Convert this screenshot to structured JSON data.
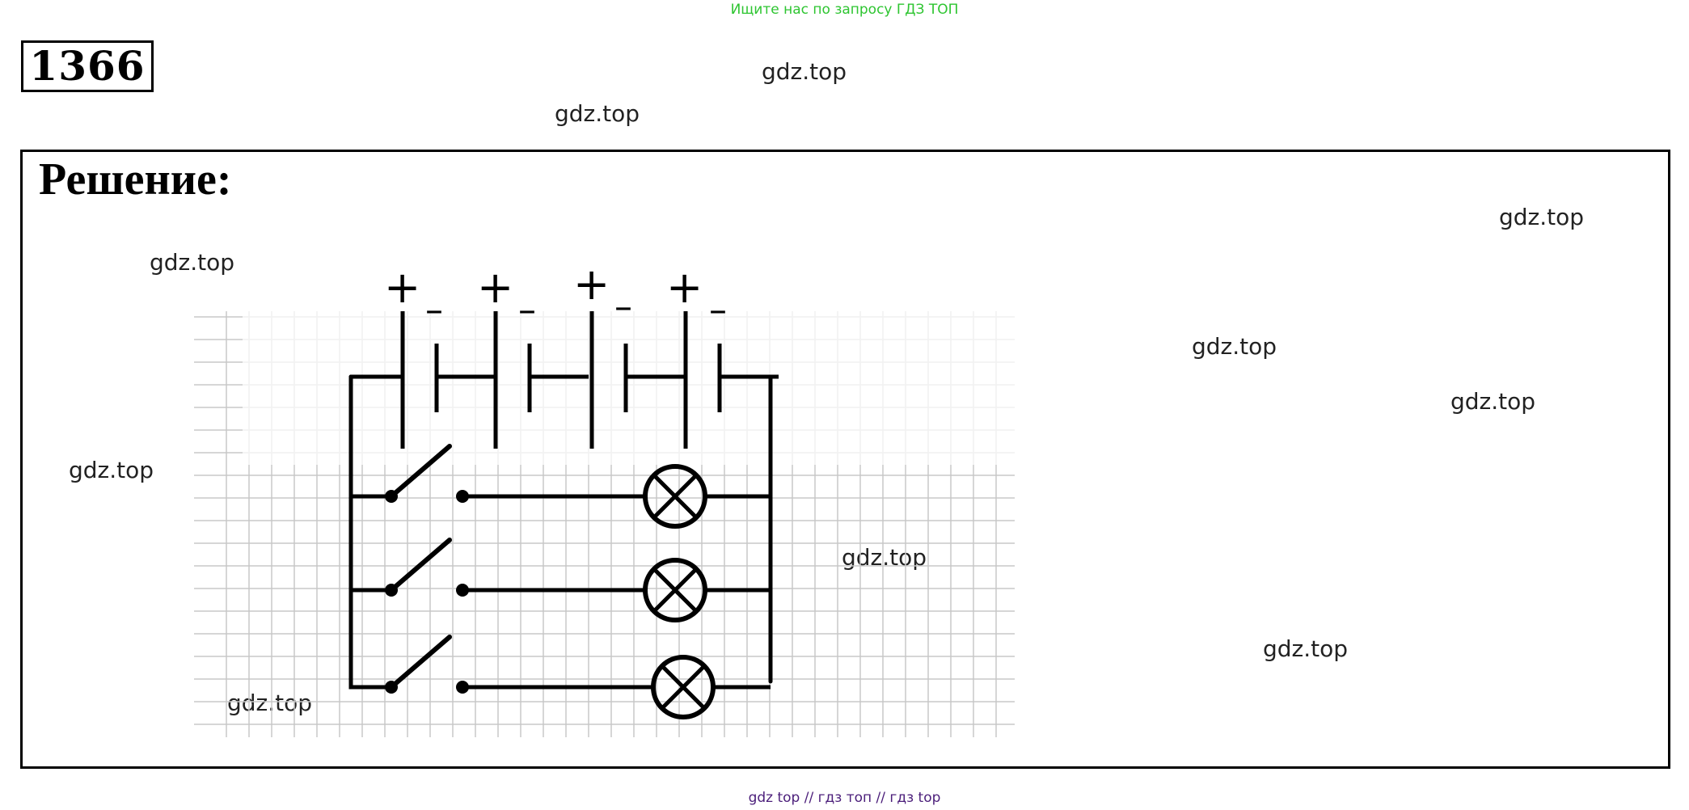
{
  "header": {
    "search_hint": "Ищите нас по запросу ГДЗ ТОП",
    "problem_number": "1366"
  },
  "solution": {
    "title": "Решение:"
  },
  "watermarks": [
    "gdz.top",
    "gdz.top",
    "gdz.top",
    "gdz.top",
    "gdz.top",
    "gdz.top",
    "gdz.top",
    "gdz.top",
    "gdz.top",
    "gdz.top"
  ],
  "circuit": {
    "battery_plus": "+",
    "battery_minus": "–",
    "cells": 4,
    "branches": 3
  },
  "footer": {
    "links": "gdz top  //  гдз топ  //  гдз top"
  }
}
